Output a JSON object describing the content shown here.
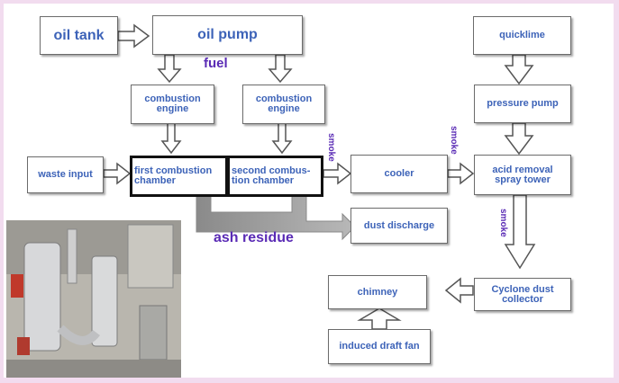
{
  "nodes": {
    "oil_tank": "oil tank",
    "oil_pump": "oil pump",
    "fuel": "fuel",
    "engine1": "combustion engine",
    "engine2": "combustion engine",
    "waste_input": "waste input",
    "first_chamber": "first combustion chamber",
    "second_chamber": "second combus- tion chamber",
    "cooler": "cooler",
    "dust_discharge": "dust discharge",
    "ash_residue": "ash residue",
    "quicklime": "quicklime",
    "pressure_pump": "pressure pump",
    "acid_tower": "acid removal spray tower",
    "cyclone": "Cyclone dust collector",
    "chimney": "chimney",
    "draft_fan": "induced draft fan"
  },
  "smoke_labels": {
    "s1": "smoke",
    "s2": "smoke",
    "s3": "smoke"
  },
  "colors": {
    "box_text": "#3d63b8",
    "accent_text": "#5a2bb5",
    "background": "#f2dcef"
  }
}
